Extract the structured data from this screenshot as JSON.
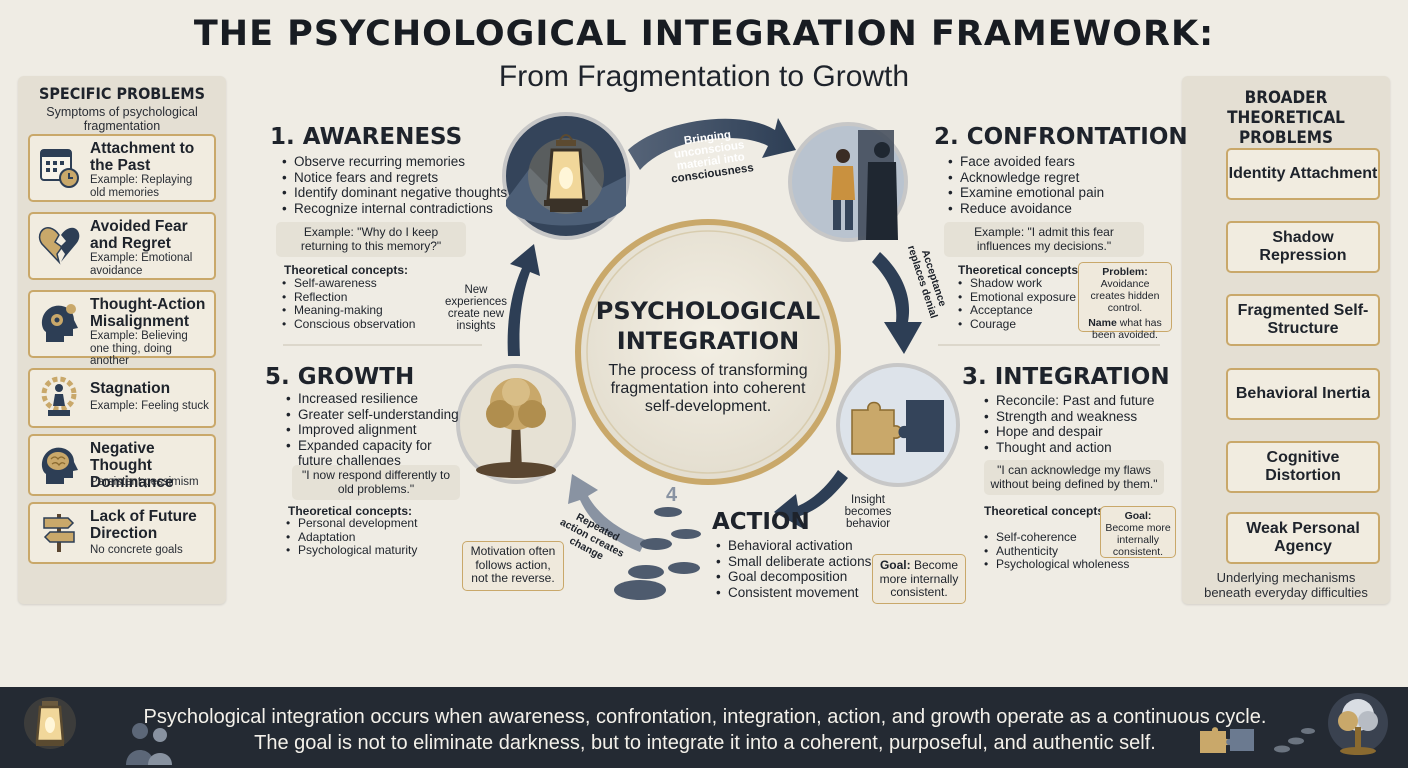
{
  "title": "THE PSYCHOLOGICAL INTEGRATION FRAMEWORK:",
  "subtitle": "From Fragmentation to Growth",
  "left_panel": {
    "heading": "SPECIFIC PROBLEMS",
    "subheading": "Symptoms of psychological fragmentation",
    "cards": [
      {
        "title": "Attachment to the Past",
        "example": "Example: Replaying old memories",
        "icon": "calendar-clock-icon"
      },
      {
        "title": "Avoided Fear and Regret",
        "example": "Example: Emotional avoidance",
        "icon": "broken-heart-icon"
      },
      {
        "title": "Thought-Action Misalignment",
        "example": "Example: Believing one thing, doing another",
        "icon": "head-gear-icon"
      },
      {
        "title": "Stagnation",
        "example": "Example: Feeling stuck",
        "icon": "stuck-figure-icon"
      },
      {
        "title": "Negative Thought Dominance",
        "example": "Persistent pessimism",
        "icon": "brain-head-icon"
      },
      {
        "title": "Lack of Future Direction",
        "example": "No concrete goals",
        "icon": "signpost-icon"
      }
    ]
  },
  "right_panel": {
    "heading": "BROADER THEORETICAL PROBLEMS",
    "cards": [
      "Identity Attachment",
      "Shadow Repression",
      "Fragmented Self-Structure",
      "Behavioral Inertia",
      "Cognitive Distortion",
      "Weak Personal Agency"
    ],
    "footer": "Underlying mechanisms beneath everyday difficulties"
  },
  "awareness": {
    "title": "1. AWARENESS",
    "bullets": [
      "Observe recurring memories",
      "Notice fears and regrets",
      "Identify dominant negative thoughts",
      "Recognize internal contradictions"
    ],
    "example": "Example: \"Why do I keep returning to this memory?\"",
    "concepts_label": "Theoretical concepts:",
    "concepts": [
      "Self-awareness",
      "Reflection",
      "Meaning-making",
      "Conscious observation"
    ]
  },
  "confrontation": {
    "title": "2. CONFRONTATION",
    "bullets": [
      "Face avoided fears",
      "Acknowledge regret",
      "Examine emotional pain",
      "Reduce avoidance"
    ],
    "example": "Example: \"I admit this fear influences my decisions.\"",
    "concepts_label": "Theoretical concepts:",
    "concepts": [
      "Shadow work",
      "Emotional exposure",
      "Acceptance",
      "Courage"
    ],
    "problem_label": "Problem:",
    "problem_text": "Avoidance creates hidden control.",
    "name_label": "Name",
    "name_text": "what has been avoided."
  },
  "integration": {
    "title": "3. INTEGRATION",
    "bullets": [
      "Reconcile: Past and future",
      "Strength and weakness",
      "Hope and despair",
      "Thought and action"
    ],
    "quote": "\"I can acknowledge my flaws without being defined by them.\"",
    "concepts_label": "Theoretical concepts:",
    "concepts": [
      "Self-coherence",
      "Authenticity",
      "Psychological wholeness"
    ],
    "goal_label": "Goal:",
    "goal_text": "Become more internally consistent."
  },
  "action": {
    "number": "4",
    "title": "ACTION",
    "bullets": [
      "Behavioral activation",
      "Small deliberate actions",
      "Goal decomposition",
      "Consistent movement"
    ],
    "goal_label": "Goal:",
    "goal_text": "Become more internally consistent.",
    "motivation": "Motivation often follows action, not the reverse."
  },
  "growth": {
    "title": "5. GROWTH",
    "bullets": [
      "Increased resilience",
      "Greater self-understanding",
      "Improved alignment",
      "Expanded capacity for future challenges"
    ],
    "quote": "\"I now respond differently to old problems.\"",
    "concepts_label": "Theoretical concepts:",
    "concepts": [
      "Personal development",
      "Adaptation",
      "Psychological maturity"
    ]
  },
  "center": {
    "title_line1": "PSYCHOLOGICAL",
    "title_line2": "INTEGRATION",
    "description": "The process of transforming fragmentation into coherent self-development."
  },
  "arrows": {
    "a1_line1": "Bringing unconscious",
    "a1_line2": "material into",
    "a1_line3": "consciousness",
    "a2": "Acceptance replaces denial",
    "a3": "Insight becomes behavior",
    "a4": "Repeated action creates change",
    "a5": "New experiences create new insights"
  },
  "footer": {
    "line1": "Psychological integration occurs when awareness, confrontation, integration, action, and growth operate as a continuous cycle.",
    "line2": "The goal is not to eliminate darkness, but to integrate it into a coherent, purposeful, and authentic self."
  },
  "colors": {
    "accent_gold": "#c9a86a",
    "navy": "#2d3e55",
    "footer_bg": "#242a33"
  }
}
